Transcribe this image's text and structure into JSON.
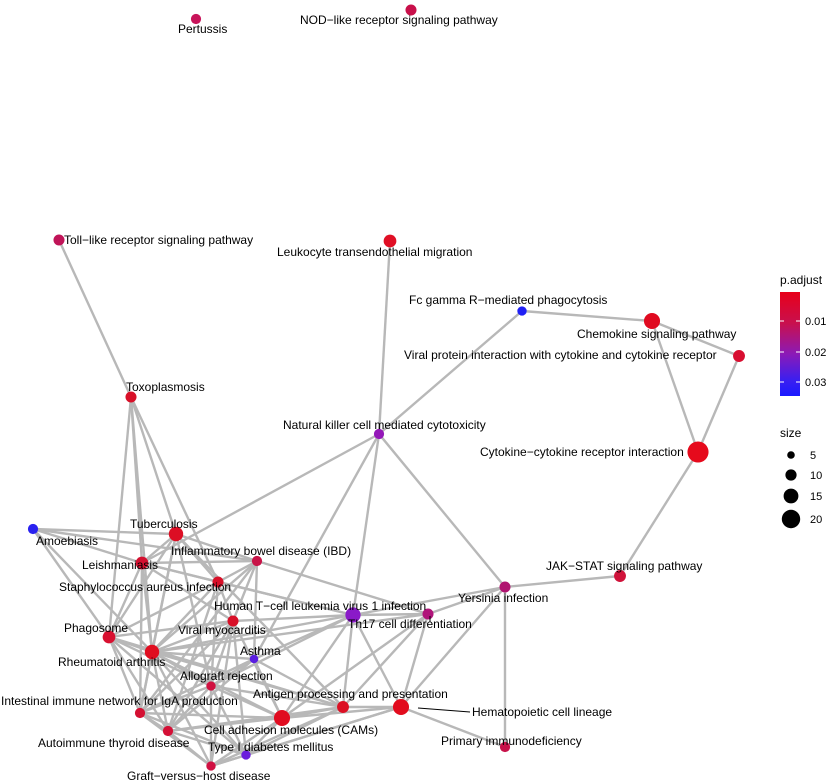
{
  "network": {
    "nodes": [
      {
        "id": "pertussis",
        "label": "Pertussis",
        "size": 5,
        "color": "#c8145a"
      },
      {
        "id": "nod",
        "label": "NOD−like receptor signaling pathway",
        "size": 6,
        "color": "#c8104a"
      },
      {
        "id": "tlr",
        "label": "Toll−like receptor signaling pathway",
        "size": 6,
        "color": "#c01458"
      },
      {
        "id": "leuko",
        "label": "Leukocyte transendothelial migration",
        "size": 8,
        "color": "#e00f25"
      },
      {
        "id": "fcgamma",
        "label": "Fc gamma R−mediated phagocytosis",
        "size": 4,
        "color": "#2020f5"
      },
      {
        "id": "chemokine",
        "label": "Chemokine signaling pathway",
        "size": 12,
        "color": "#e00a20"
      },
      {
        "id": "viralprot",
        "label": "Viral protein interaction with cytokine and cytokine receptor",
        "size": 7,
        "color": "#d80e30"
      },
      {
        "id": "toxo",
        "label": "Toxoplasmosis",
        "size": 6,
        "color": "#d81028"
      },
      {
        "id": "nk",
        "label": "Natural killer cell mediated cytotoxicity",
        "size": 5,
        "color": "#9418b8"
      },
      {
        "id": "cytokine",
        "label": "Cytokine−cytokine receptor interaction",
        "size": 18,
        "color": "#e60a1c"
      },
      {
        "id": "amoeb",
        "label": "Amoebiasis",
        "size": 5,
        "color": "#2a22f0"
      },
      {
        "id": "tuber",
        "label": "Tuberculosis",
        "size": 10,
        "color": "#dc0e24"
      },
      {
        "id": "ibd",
        "label": "Inflammatory bowel disease (IBD)",
        "size": 5,
        "color": "#c81448"
      },
      {
        "id": "leish",
        "label": "Leishmaniasis",
        "size": 8,
        "color": "#d41030"
      },
      {
        "id": "staph",
        "label": "Staphylococcus aureus infection",
        "size": 6,
        "color": "#d80f28"
      },
      {
        "id": "jak",
        "label": "JAK−STAT signaling pathway",
        "size": 7,
        "color": "#d0123a"
      },
      {
        "id": "yersinia",
        "label": "Yersinia infection",
        "size": 6,
        "color": "#b01470"
      },
      {
        "id": "htlv",
        "label": "Human T−cell leukemia virus 1 infection",
        "size": 11,
        "color": "#8a1ac8"
      },
      {
        "id": "th17",
        "label": "Th17 cell differentiation",
        "size": 6,
        "color": "#b0147a"
      },
      {
        "id": "phago",
        "label": "Phagosome",
        "size": 8,
        "color": "#d81030"
      },
      {
        "id": "viralmyo",
        "label": "Viral myocarditis",
        "size": 6,
        "color": "#d81028"
      },
      {
        "id": "rheum",
        "label": "Rheumatoid arthritis",
        "size": 10,
        "color": "#e00e20"
      },
      {
        "id": "asthma",
        "label": "Asthma",
        "size": 3,
        "color": "#5a1ee0"
      },
      {
        "id": "allograft",
        "label": "Allograft rejection",
        "size": 4,
        "color": "#d01040"
      },
      {
        "id": "intest",
        "label": "Intestinal immune network for IgA production",
        "size": 5,
        "color": "#d41032"
      },
      {
        "id": "antigen",
        "label": "Antigen processing and presentation",
        "size": 7,
        "color": "#dc1024"
      },
      {
        "id": "hemato",
        "label": "Hematopoietic cell lineage",
        "size": 12,
        "color": "#e20c1e"
      },
      {
        "id": "cam",
        "label": "Cell adhesion molecules (CAMs)",
        "size": 12,
        "color": "#e00c20"
      },
      {
        "id": "autoimm",
        "label": "Autoimmune thyroid disease",
        "size": 5,
        "color": "#d41036"
      },
      {
        "id": "t1d",
        "label": "Type I diabetes mellitus",
        "size": 4,
        "color": "#6a1cdc"
      },
      {
        "id": "primary",
        "label": "Primary immunodeficiency",
        "size": 5,
        "color": "#c8124a"
      },
      {
        "id": "gvhd",
        "label": "Graft−versus−host disease",
        "size": 4,
        "color": "#d01042"
      }
    ],
    "edges": [
      [
        "tlr",
        "toxo"
      ],
      [
        "leuko",
        "nk"
      ],
      [
        "fcgamma",
        "nk"
      ],
      [
        "fcgamma",
        "chemokine"
      ],
      [
        "chemokine",
        "viralprot"
      ],
      [
        "chemokine",
        "cytokine"
      ],
      [
        "viralprot",
        "cytokine"
      ],
      [
        "cytokine",
        "jak"
      ],
      [
        "jak",
        "yersinia"
      ],
      [
        "nk",
        "yersinia"
      ],
      [
        "nk",
        "htlv"
      ],
      [
        "nk",
        "leish"
      ],
      [
        "nk",
        "asthma"
      ],
      [
        "yersinia",
        "htlv"
      ],
      [
        "yersinia",
        "primary"
      ],
      [
        "yersinia",
        "hemato"
      ],
      [
        "yersinia",
        "th17"
      ],
      [
        "toxo",
        "tuber"
      ],
      [
        "toxo",
        "leish"
      ],
      [
        "toxo",
        "rheum"
      ],
      [
        "toxo",
        "phago"
      ],
      [
        "toxo",
        "staph"
      ],
      [
        "amoeb",
        "tuber"
      ],
      [
        "amoeb",
        "leish"
      ],
      [
        "amoeb",
        "ibd"
      ],
      [
        "amoeb",
        "phago"
      ],
      [
        "amoeb",
        "rheum"
      ],
      [
        "tuber",
        "leish"
      ],
      [
        "tuber",
        "ibd"
      ],
      [
        "tuber",
        "staph"
      ],
      [
        "tuber",
        "phago"
      ],
      [
        "tuber",
        "rheum"
      ],
      [
        "tuber",
        "intest"
      ],
      [
        "tuber",
        "allograft"
      ],
      [
        "tuber",
        "antigen"
      ],
      [
        "ibd",
        "leish"
      ],
      [
        "ibd",
        "staph"
      ],
      [
        "ibd",
        "viralmyo"
      ],
      [
        "ibd",
        "rheum"
      ],
      [
        "ibd",
        "th17"
      ],
      [
        "ibd",
        "intest"
      ],
      [
        "ibd",
        "asthma"
      ],
      [
        "leish",
        "staph"
      ],
      [
        "leish",
        "phago"
      ],
      [
        "leish",
        "rheum"
      ],
      [
        "leish",
        "intest"
      ],
      [
        "leish",
        "htlv"
      ],
      [
        "leish",
        "viralmyo"
      ],
      [
        "staph",
        "phago"
      ],
      [
        "staph",
        "rheum"
      ],
      [
        "staph",
        "viralmyo"
      ],
      [
        "staph",
        "allograft"
      ],
      [
        "staph",
        "autoimm"
      ],
      [
        "staph",
        "htlv"
      ],
      [
        "phago",
        "rheum"
      ],
      [
        "phago",
        "intest"
      ],
      [
        "phago",
        "allograft"
      ],
      [
        "phago",
        "autoimm"
      ],
      [
        "phago",
        "viralmyo"
      ],
      [
        "phago",
        "antigen"
      ],
      [
        "phago",
        "t1d"
      ],
      [
        "htlv",
        "viralmyo"
      ],
      [
        "htlv",
        "th17"
      ],
      [
        "htlv",
        "antigen"
      ],
      [
        "htlv",
        "cam"
      ],
      [
        "htlv",
        "hemato"
      ],
      [
        "htlv",
        "asthma"
      ],
      [
        "htlv",
        "rheum"
      ],
      [
        "htlv",
        "allograft"
      ],
      [
        "th17",
        "antigen"
      ],
      [
        "th17",
        "hemato"
      ],
      [
        "th17",
        "cam"
      ],
      [
        "th17",
        "rheum"
      ],
      [
        "viralmyo",
        "rheum"
      ],
      [
        "viralmyo",
        "allograft"
      ],
      [
        "viralmyo",
        "cam"
      ],
      [
        "viralmyo",
        "intest"
      ],
      [
        "viralmyo",
        "autoimm"
      ],
      [
        "viralmyo",
        "gvhd"
      ],
      [
        "viralmyo",
        "t1d"
      ],
      [
        "rheum",
        "intest"
      ],
      [
        "rheum",
        "allograft"
      ],
      [
        "rheum",
        "autoimm"
      ],
      [
        "rheum",
        "cam"
      ],
      [
        "rheum",
        "gvhd"
      ],
      [
        "rheum",
        "asthma"
      ],
      [
        "rheum",
        "antigen"
      ],
      [
        "rheum",
        "t1d"
      ],
      [
        "asthma",
        "allograft"
      ],
      [
        "asthma",
        "intest"
      ],
      [
        "asthma",
        "cam"
      ],
      [
        "asthma",
        "autoimm"
      ],
      [
        "asthma",
        "antigen"
      ],
      [
        "allograft",
        "intest"
      ],
      [
        "allograft",
        "autoimm"
      ],
      [
        "allograft",
        "cam"
      ],
      [
        "allograft",
        "gvhd"
      ],
      [
        "allograft",
        "t1d"
      ],
      [
        "allograft",
        "antigen"
      ],
      [
        "intest",
        "autoimm"
      ],
      [
        "intest",
        "cam"
      ],
      [
        "intest",
        "gvhd"
      ],
      [
        "intest",
        "t1d"
      ],
      [
        "antigen",
        "hemato"
      ],
      [
        "antigen",
        "cam"
      ],
      [
        "antigen",
        "gvhd"
      ],
      [
        "antigen",
        "t1d"
      ],
      [
        "antigen",
        "autoimm"
      ],
      [
        "hemato",
        "cam"
      ],
      [
        "hemato",
        "primary"
      ],
      [
        "hemato",
        "gvhd"
      ],
      [
        "hemato",
        "t1d"
      ],
      [
        "cam",
        "autoimm"
      ],
      [
        "cam",
        "gvhd"
      ],
      [
        "cam",
        "t1d"
      ],
      [
        "autoimm",
        "gvhd"
      ],
      [
        "autoimm",
        "t1d"
      ],
      [
        "t1d",
        "gvhd"
      ]
    ]
  },
  "legend": {
    "color_title": "p.adjust",
    "color_ticks": [
      "0.01",
      "0.02",
      "0.03"
    ],
    "color_stops": [
      "#e8001a",
      "#c8104e",
      "#8a1ab8",
      "#3a1ff0",
      "#1a1aff"
    ],
    "size_title": "size",
    "size_values": [
      5,
      10,
      15,
      20
    ]
  }
}
